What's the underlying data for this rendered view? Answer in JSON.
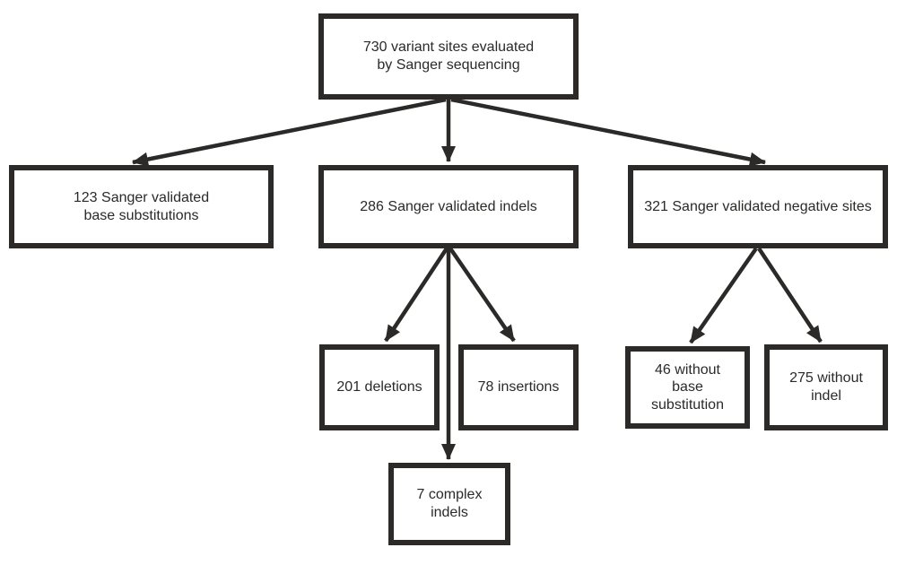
{
  "diagram": {
    "type": "flowchart",
    "background_color": "#ffffff",
    "line_color": "#2b2a29",
    "nodes": {
      "root": {
        "label": "730 variant sites evaluated\nby Sanger sequencing"
      },
      "base_substitutions": {
        "label": "123 Sanger validated\nbase substitutions"
      },
      "indels": {
        "label": "286 Sanger validated indels"
      },
      "negative_sites": {
        "label": "321 Sanger validated negative sites"
      },
      "deletions": {
        "label": "201 deletions"
      },
      "insertions": {
        "label": "78 insertions"
      },
      "without_base_substitution": {
        "label": "46 without\nbase\nsubstitution"
      },
      "without_indel": {
        "label": "275 without\nindel"
      },
      "complex_indels": {
        "label": "7 complex\nindels"
      }
    },
    "edges": [
      {
        "from": "root",
        "to": "base_substitutions"
      },
      {
        "from": "root",
        "to": "indels"
      },
      {
        "from": "root",
        "to": "negative_sites"
      },
      {
        "from": "indels",
        "to": "deletions"
      },
      {
        "from": "indels",
        "to": "insertions"
      },
      {
        "from": "indels",
        "to": "complex_indels"
      },
      {
        "from": "negative_sites",
        "to": "without_base_substitution"
      },
      {
        "from": "negative_sites",
        "to": "without_indel"
      }
    ]
  }
}
